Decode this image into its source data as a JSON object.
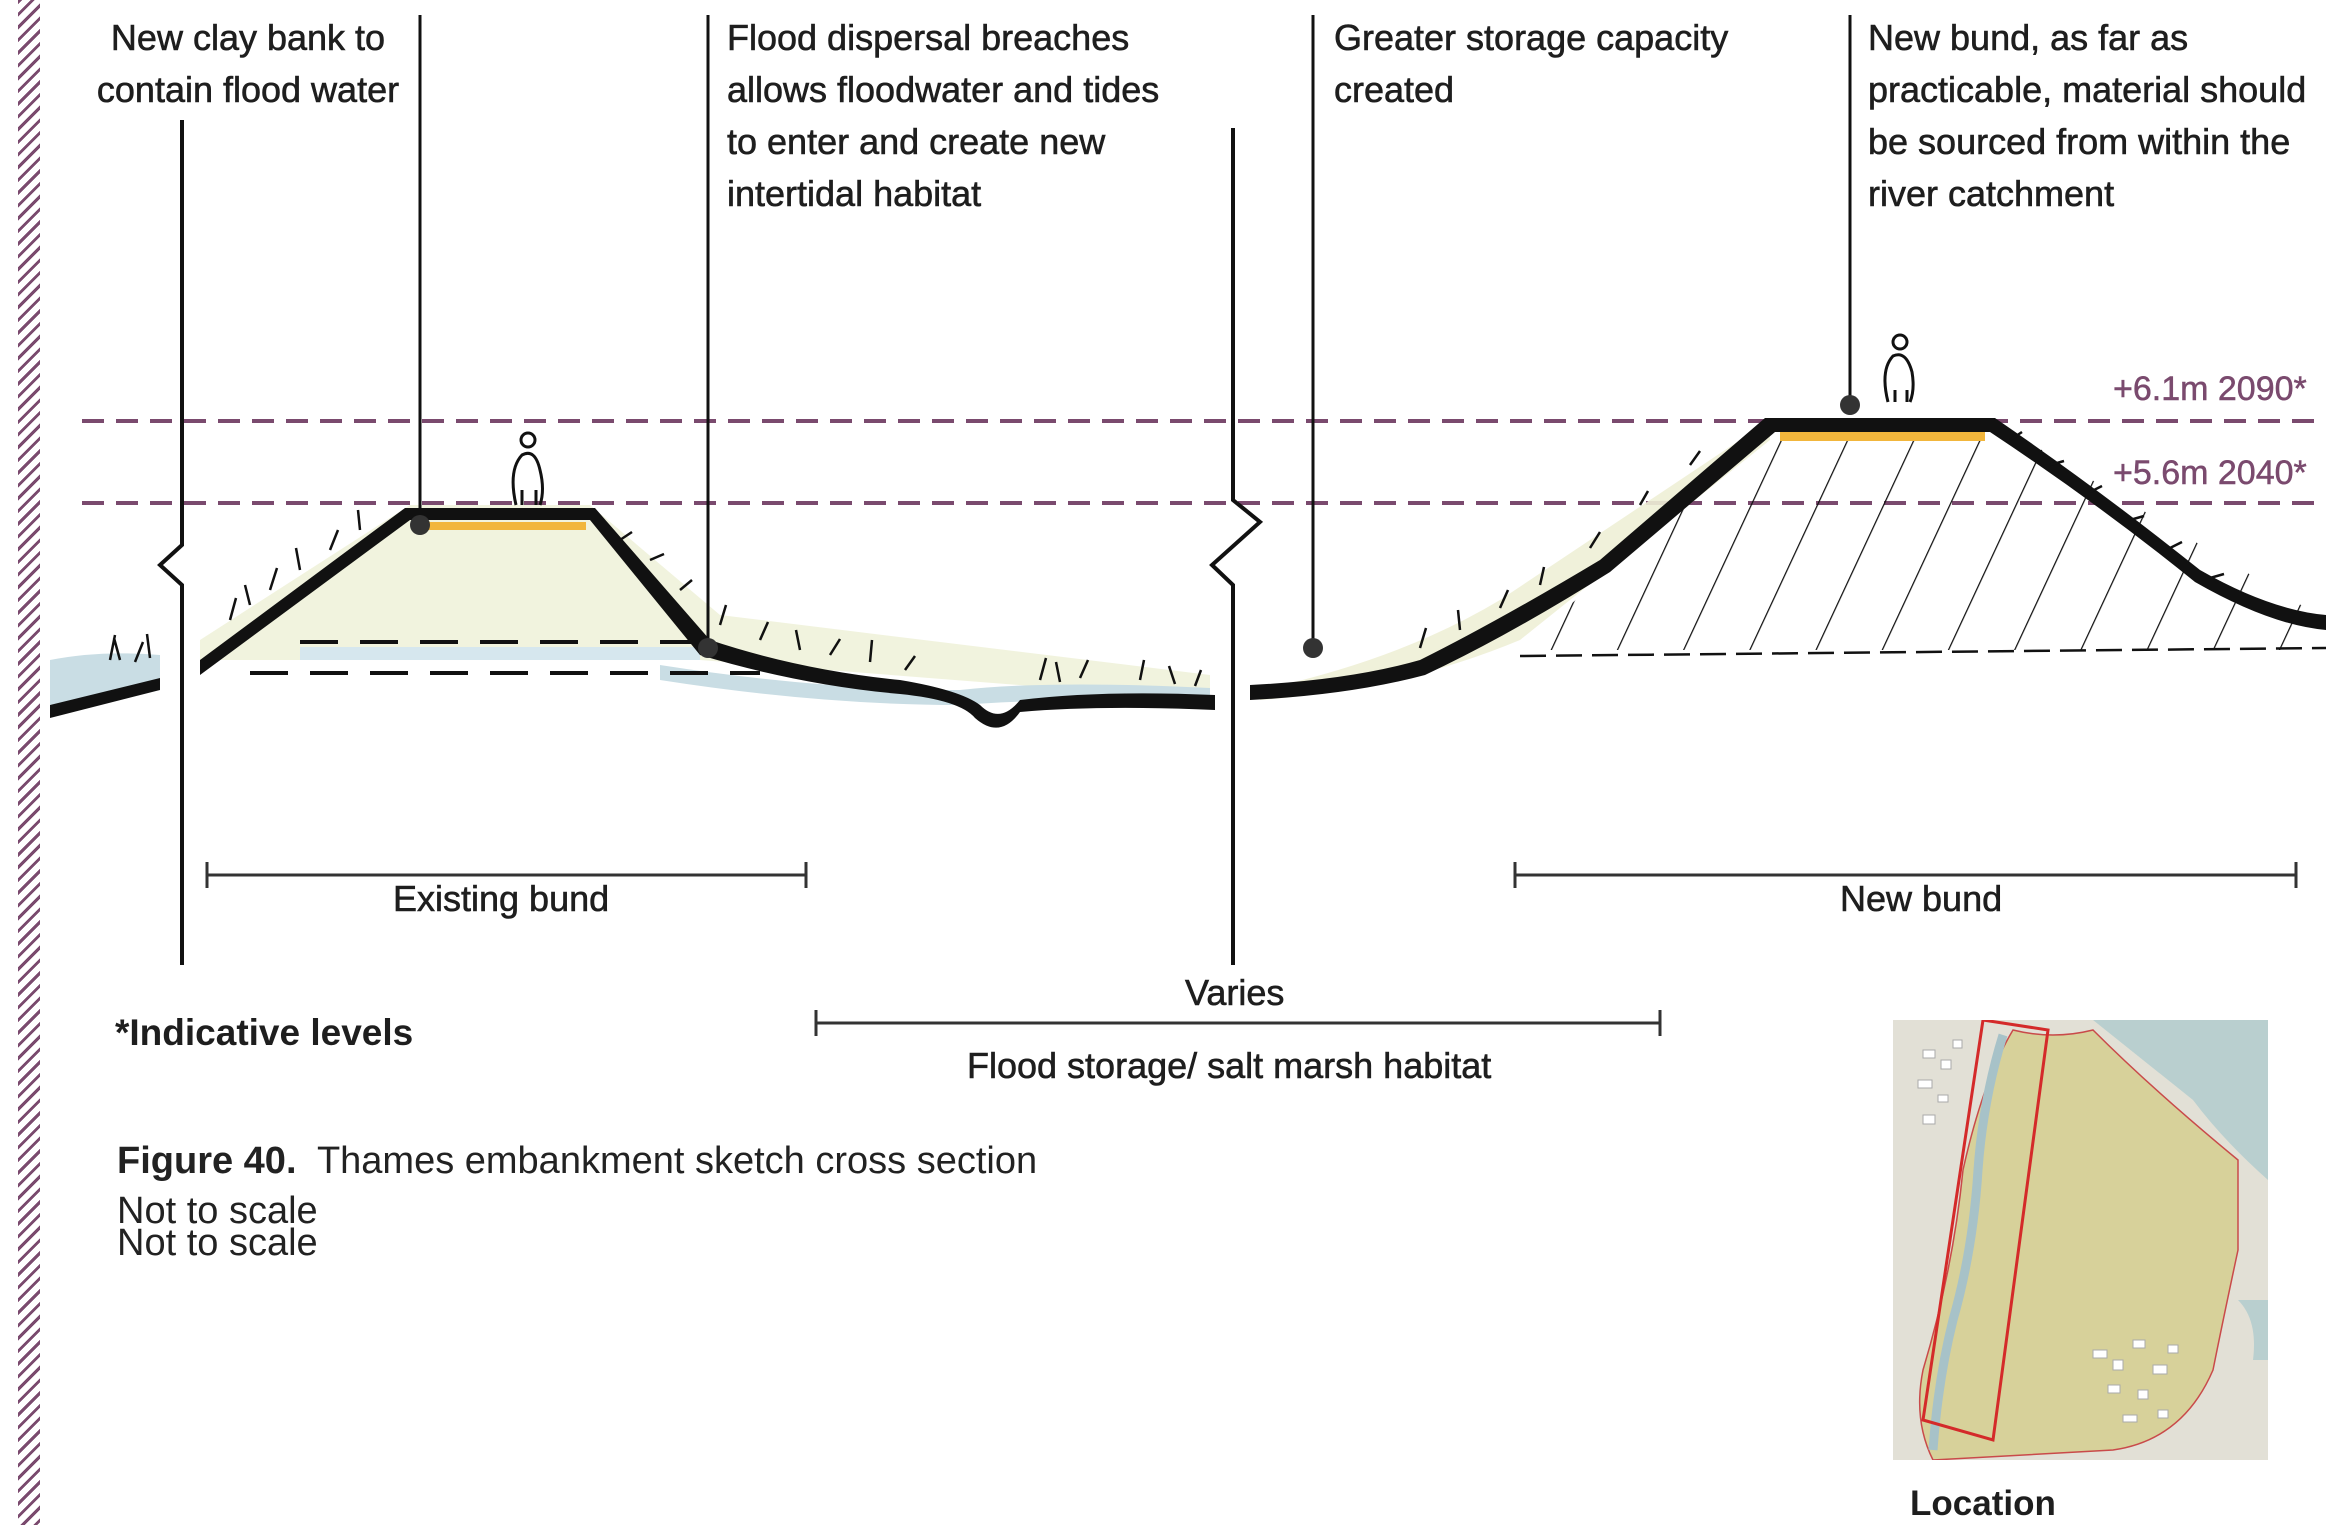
{
  "annotations": {
    "clay_bank": [
      "New clay bank to",
      "contain flood water"
    ],
    "breaches": [
      "Flood dispersal breaches",
      "allows floodwater and tides",
      "to enter and create new",
      "intertidal habitat"
    ],
    "storage": [
      "Greater storage capacity",
      "created"
    ],
    "new_bund": [
      "New bund, as far as",
      "practicable, material should",
      "be sourced from within the",
      "river catchment"
    ]
  },
  "levels": {
    "upper": "+6.1m 2090*",
    "lower": "+5.6m 2040*"
  },
  "dimensions": {
    "existing_bund": "Existing bund",
    "new_bund": "New bund",
    "varies": "Varies",
    "flood_storage": "Flood storage/ salt marsh habitat"
  },
  "note": "*Indicative levels",
  "caption": {
    "label": "Figure 40.",
    "text": "Thames embankment sketch cross section"
  },
  "scale_notes": [
    "Not to scale",
    "Not to scale"
  ],
  "map_label": "Location",
  "colors": {
    "level_line": "#7a4a6e",
    "bund_ink": "#111111",
    "crest": "#f2b63c",
    "water": "#c9dde4",
    "grass": "#e8eccf",
    "map_land": "#d7d19a",
    "map_water": "#b9cfcf",
    "map_outline": "#d42a2a"
  }
}
